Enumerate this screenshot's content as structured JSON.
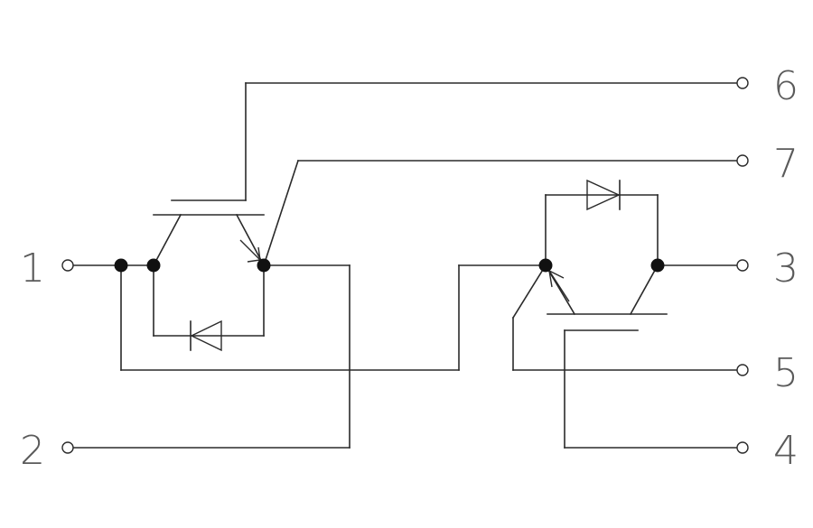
{
  "diagram": {
    "type": "circuit-schematic",
    "description_components": [
      "igbt",
      "igbt",
      "diode",
      "diode"
    ],
    "terminals": [
      {
        "id": "t1",
        "label": "1"
      },
      {
        "id": "t2",
        "label": "2"
      },
      {
        "id": "t3",
        "label": "3"
      },
      {
        "id": "t4",
        "label": "4"
      },
      {
        "id": "t5",
        "label": "5"
      },
      {
        "id": "t6",
        "label": "6"
      },
      {
        "id": "t7",
        "label": "7"
      }
    ],
    "colors": {
      "line": "#2a2a2a",
      "junction": "#111111",
      "label": "#5a5a5a",
      "background": "#ffffff"
    }
  }
}
